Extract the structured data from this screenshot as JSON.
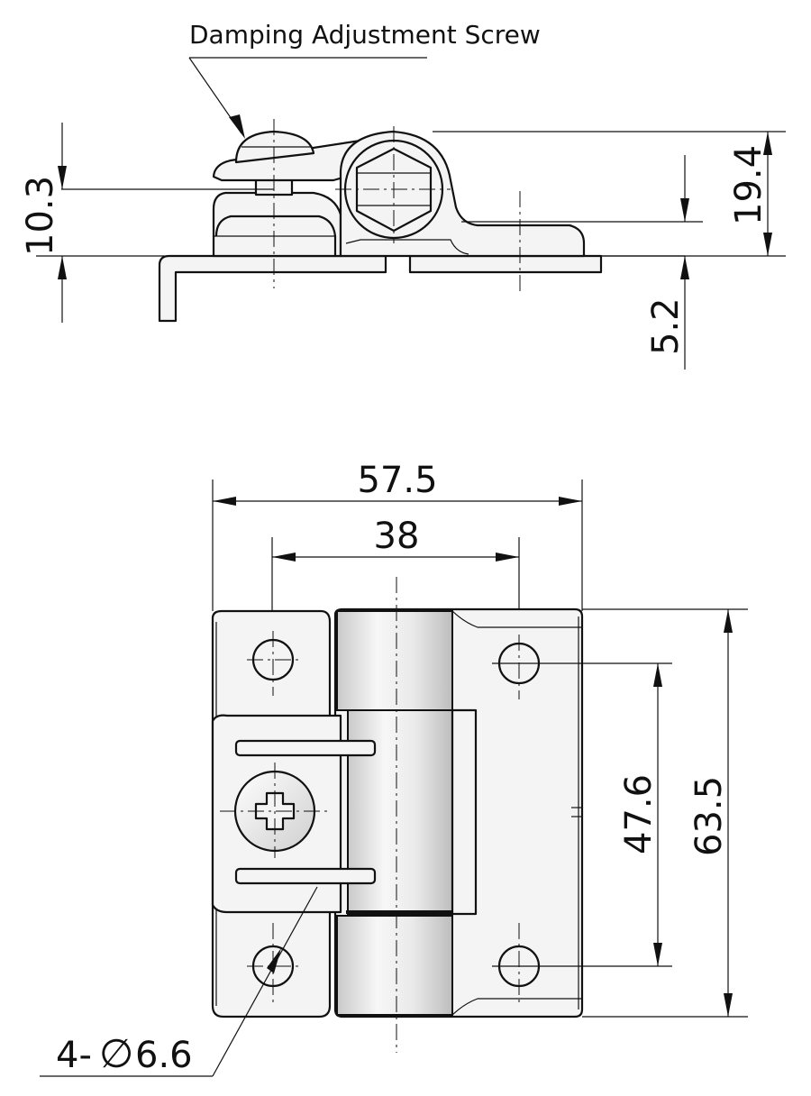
{
  "labels": {
    "damping_screw": "Damping Adjustment Screw",
    "holes": "4-",
    "hole_symbol": "∅",
    "hole_diameter": "6.6"
  },
  "dimensions": {
    "height_103": "10.3",
    "height_194": "19.4",
    "height_52": "5.2",
    "width_575": "57.5",
    "width_38": "38",
    "height_476": "47.6",
    "height_635": "63.5"
  }
}
